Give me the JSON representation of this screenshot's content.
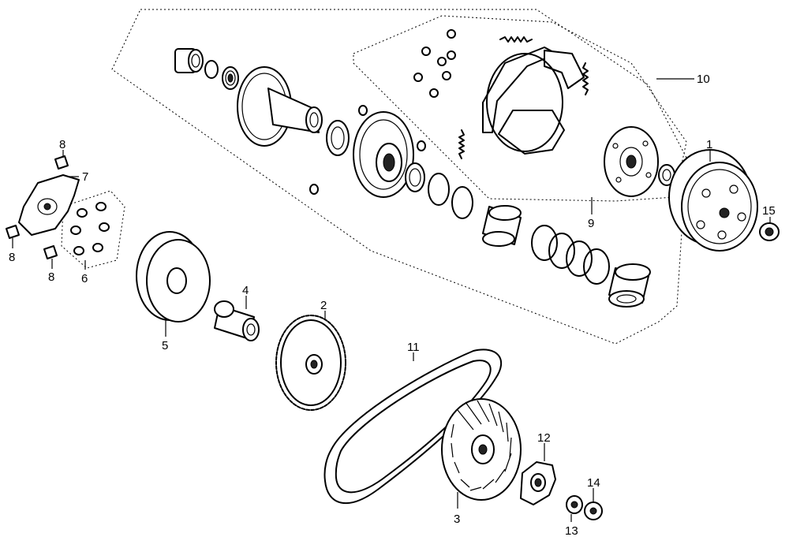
{
  "callouts": {
    "c1": "1",
    "c2": "2",
    "c3": "3",
    "c4": "4",
    "c5": "5",
    "c6": "6",
    "c7": "7",
    "c8a": "8",
    "c8b": "8",
    "c8c": "8",
    "c9": "9",
    "c10": "10",
    "c11": "11",
    "c12": "12",
    "c13": "13",
    "c14": "14",
    "c15": "15"
  }
}
